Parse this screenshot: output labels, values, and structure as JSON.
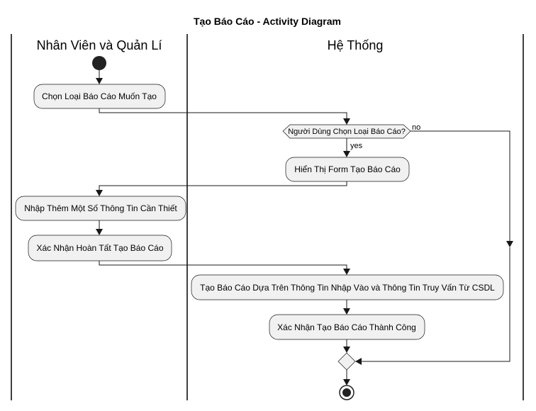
{
  "diagram": {
    "title": "Tạo Báo Cáo - Activity Diagram",
    "lanes": [
      "Nhân Viên và Quản Lí",
      "Hệ Thống"
    ],
    "activities": {
      "choose_type": "Chọn Loại Báo Cáo Muốn Tạo",
      "show_form": "Hiển Thị Form Tạo Báo Cáo",
      "enter_info": "Nhập Thêm Một Số Thông Tin Cần Thiết",
      "confirm_done": "Xác Nhận Hoàn Tất Tạo Báo Cáo",
      "create_report": "Tạo Báo Cáo Dựa Trên Thông Tin Nhập Vào và Thông Tin Truy Vấn Từ CSDL",
      "confirm_success": "Xác Nhận Tạo Báo Cáo Thành Công"
    },
    "decision": {
      "label": "Người Dùng Chọn Loại Báo Cáo?",
      "yes": "yes",
      "no": "no"
    }
  },
  "colors": {
    "activity_fill": "#f1f1f1",
    "line": "#181818",
    "background": "#ffffff"
  }
}
